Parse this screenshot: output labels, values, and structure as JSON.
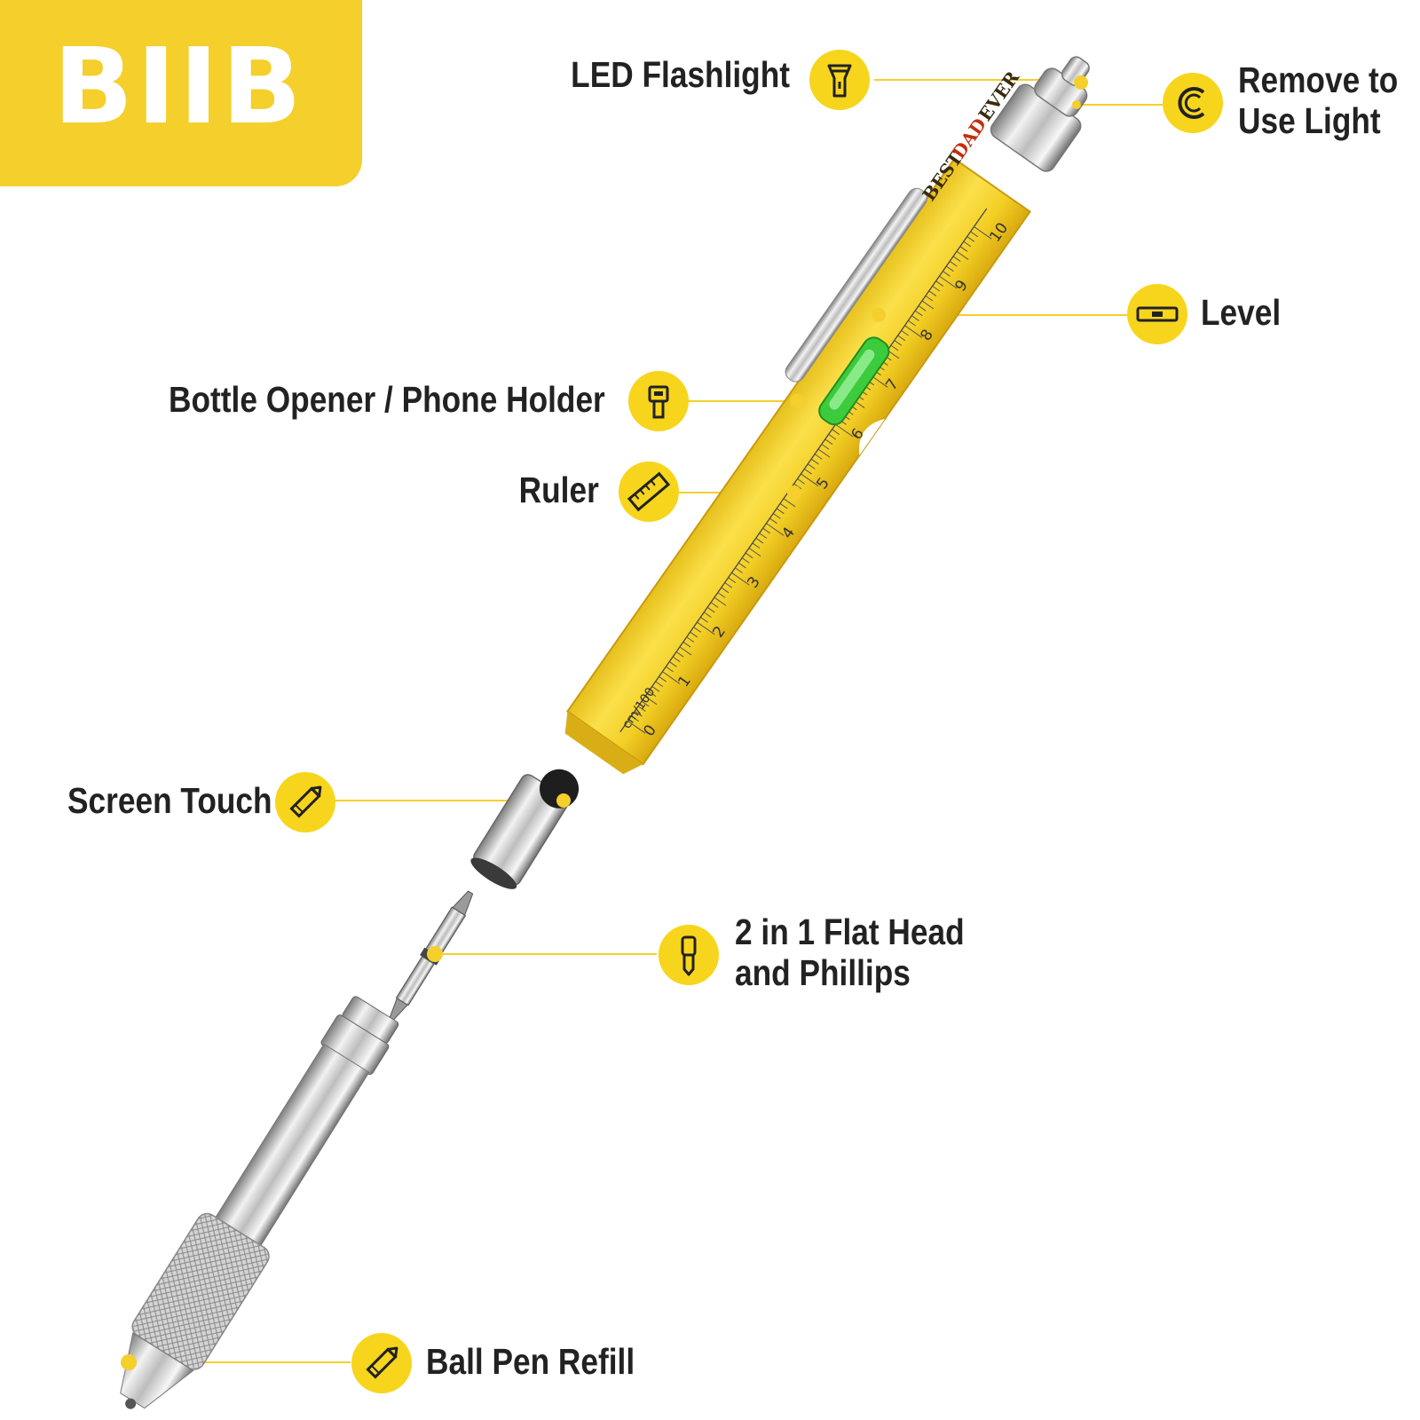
{
  "brand": {
    "logo_text": "BIIB",
    "accent_color": "#f5cf2b"
  },
  "pen_text": {
    "engraving_1": "BEST",
    "engraving_2": "DAD",
    "engraving_3": "EVER",
    "ruler_unit": "cm/100"
  },
  "ruler_ticks": [
    "0",
    "1",
    "2",
    "3",
    "4",
    "5",
    "6",
    "7",
    "8",
    "9",
    "10"
  ],
  "callouts": {
    "led": {
      "label": "LED Flashlight",
      "icon": "flashlight-icon"
    },
    "remove": {
      "label_line1": "Remove to",
      "label_line2": "Use Light",
      "icon": "cap-icon"
    },
    "level": {
      "label": "Level",
      "icon": "level-icon"
    },
    "bottle": {
      "label": "Bottle Opener / Phone Holder",
      "icon": "bottle-opener-icon"
    },
    "ruler": {
      "label": "Ruler",
      "icon": "ruler-icon"
    },
    "screen": {
      "label": "Screen Touch",
      "icon": "stylus-icon"
    },
    "screwdriver": {
      "label_line1": "2 in 1 Flat Head",
      "label_line2": "and Phillips",
      "icon": "screwdriver-icon"
    },
    "ballpen": {
      "label": "Ball Pen Refill",
      "icon": "pen-icon"
    }
  }
}
